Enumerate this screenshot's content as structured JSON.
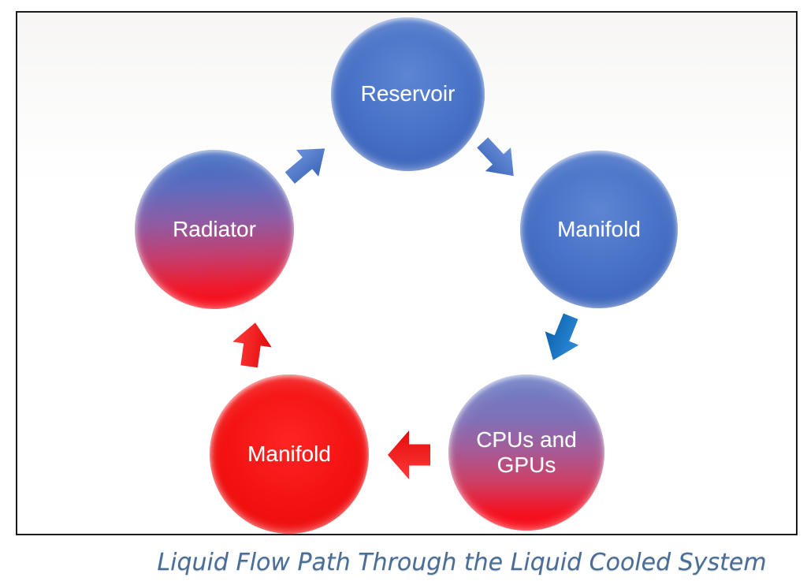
{
  "diagram": {
    "caption": "Liquid Flow Path Through the Liquid Cooled System",
    "nodes": [
      {
        "id": "reservoir",
        "label": "Reservoir",
        "fill": "blue"
      },
      {
        "id": "manifold-hot",
        "label": "Manifold",
        "fill": "blue"
      },
      {
        "id": "cpus-gpus",
        "label": "CPUs and GPUs",
        "fill": "blue-to-red-gradient"
      },
      {
        "id": "manifold-cold",
        "label": "Manifold",
        "fill": "red"
      },
      {
        "id": "radiator",
        "label": "Radiator",
        "fill": "blue-to-red-gradient"
      }
    ],
    "arrows": [
      {
        "from": "radiator",
        "to": "reservoir",
        "direction": "up-right",
        "color": "#4472c4"
      },
      {
        "from": "reservoir",
        "to": "manifold-hot",
        "direction": "down-right",
        "color": "#4472c4"
      },
      {
        "from": "manifold-hot",
        "to": "cpus-gpus",
        "direction": "down-left",
        "color": "#1273c4"
      },
      {
        "from": "cpus-gpus",
        "to": "manifold-cold",
        "direction": "left",
        "color": "#ee1111"
      },
      {
        "from": "manifold-cold",
        "to": "radiator",
        "direction": "up",
        "color": "#ee1111"
      }
    ]
  },
  "colors": {
    "node_blue": "#4472c4",
    "node_red": "#ee1111",
    "gradient_top_blue": "#3c6ec3",
    "gradient_bottom_red": "#fb0712",
    "arrow_blue": "#4472c4",
    "arrow_vivid_blue": "#1273c4",
    "arrow_red": "#ee1111",
    "label_text": "#ffffff",
    "caption_text": "#4a6e96",
    "frame_border": "#1b1b1b"
  }
}
